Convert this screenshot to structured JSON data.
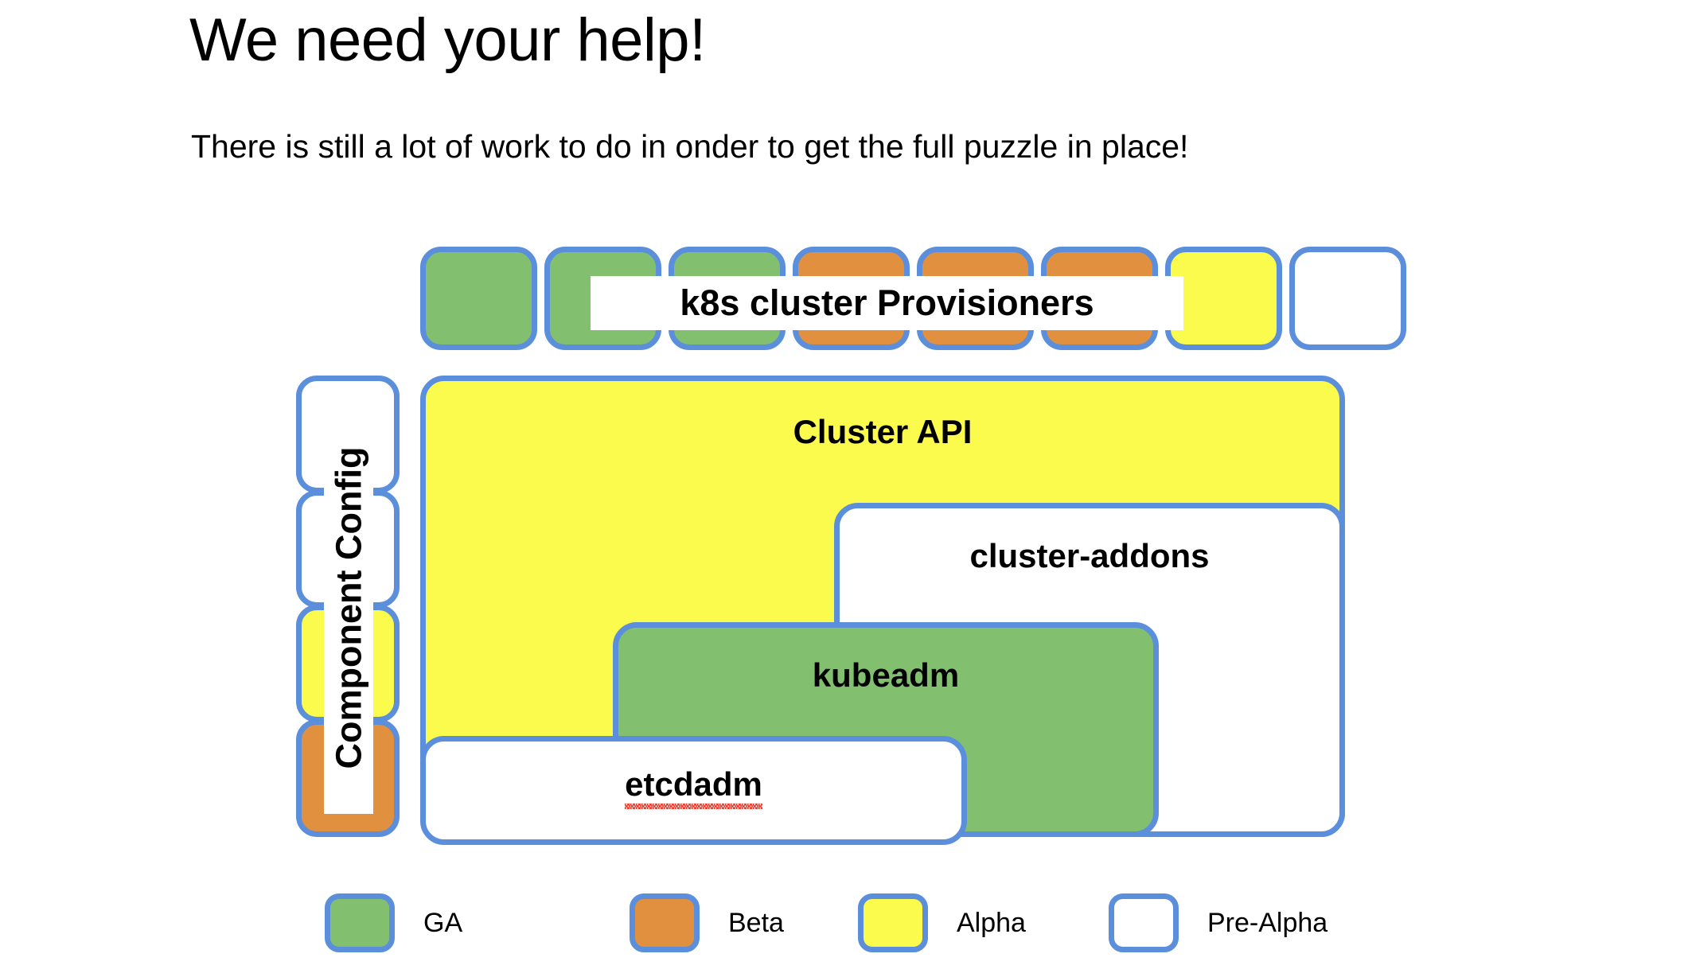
{
  "slide": {
    "title": "We need your help!",
    "subtitle": "There is still a lot of work to do in onder to get the full puzzle in place!"
  },
  "colors": {
    "ga": "#82C070",
    "beta": "#E0903E",
    "alpha": "#FBFB4E",
    "pre_alpha": "#FFFFFF",
    "border": "#5B8FDB",
    "text": "#000000",
    "spellcheck_underline": "#E03B2F"
  },
  "provisioners": {
    "label": "k8s cluster Provisioners",
    "cells": [
      {
        "name": "provisioner-cell-1",
        "status": "GA",
        "fill": "ga"
      },
      {
        "name": "provisioner-cell-2",
        "status": "GA",
        "fill": "ga"
      },
      {
        "name": "provisioner-cell-3",
        "status": "GA",
        "fill": "ga"
      },
      {
        "name": "provisioner-cell-4",
        "status": "Beta",
        "fill": "beta"
      },
      {
        "name": "provisioner-cell-5",
        "status": "Beta",
        "fill": "beta"
      },
      {
        "name": "provisioner-cell-6",
        "status": "Beta",
        "fill": "beta"
      },
      {
        "name": "provisioner-cell-7",
        "status": "Alpha",
        "fill": "alpha"
      },
      {
        "name": "provisioner-cell-8",
        "status": "Pre-Alpha",
        "fill": "pre-alpha"
      }
    ]
  },
  "component_config": {
    "label": "Component Config",
    "cells": [
      {
        "name": "component-config-cell-1",
        "status": "Pre-Alpha",
        "fill": "pre-alpha"
      },
      {
        "name": "component-config-cell-2",
        "status": "Pre-Alpha",
        "fill": "pre-alpha"
      },
      {
        "name": "component-config-cell-3",
        "status": "Alpha",
        "fill": "alpha"
      },
      {
        "name": "component-config-cell-4",
        "status": "Beta",
        "fill": "beta"
      }
    ]
  },
  "components": {
    "cluster_api": {
      "label": "Cluster API",
      "status": "Alpha"
    },
    "cluster_addons": {
      "label": "cluster-addons",
      "status": "Pre-Alpha"
    },
    "kubeadm": {
      "label": "kubeadm",
      "status": "GA"
    },
    "etcdadm": {
      "label": "etcdadm",
      "status": "Pre-Alpha",
      "spellcheck_flagged": true
    }
  },
  "legend": {
    "items": [
      {
        "label": "GA",
        "fill": "ga"
      },
      {
        "label": "Beta",
        "fill": "beta"
      },
      {
        "label": "Alpha",
        "fill": "alpha"
      },
      {
        "label": "Pre-Alpha",
        "fill": "pre-alpha"
      }
    ]
  }
}
